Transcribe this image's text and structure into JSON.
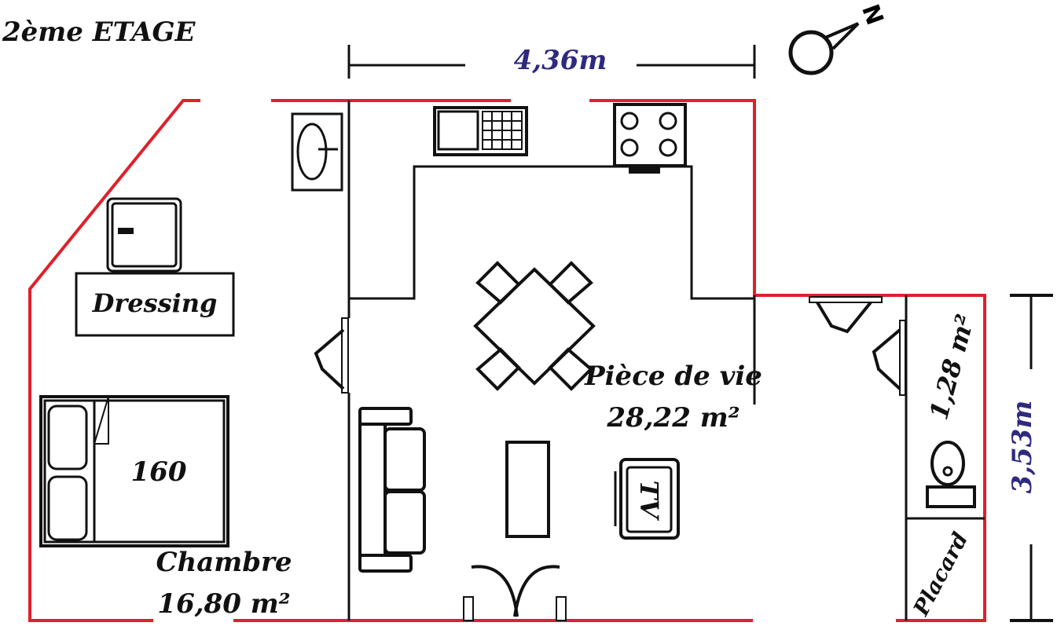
{
  "title": "2ème ETAGE",
  "compass": {
    "label": "N"
  },
  "dimensions": {
    "width": "4,36m",
    "height": "3,53m"
  },
  "rooms": {
    "dressing": {
      "name": "Dressing"
    },
    "bed": {
      "size": "160"
    },
    "chambre": {
      "name": "Chambre",
      "area": "16,80 m²"
    },
    "piece_de_vie": {
      "name": "Pièce de vie",
      "area": "28,22 m²"
    },
    "wc": {
      "area": "1,28 m²"
    },
    "placard": {
      "name": "Placard"
    }
  },
  "furniture": {
    "tv": "TV"
  },
  "colors": {
    "exterior_wall": "#e0202a",
    "dimension_text": "#2e2a7e"
  }
}
